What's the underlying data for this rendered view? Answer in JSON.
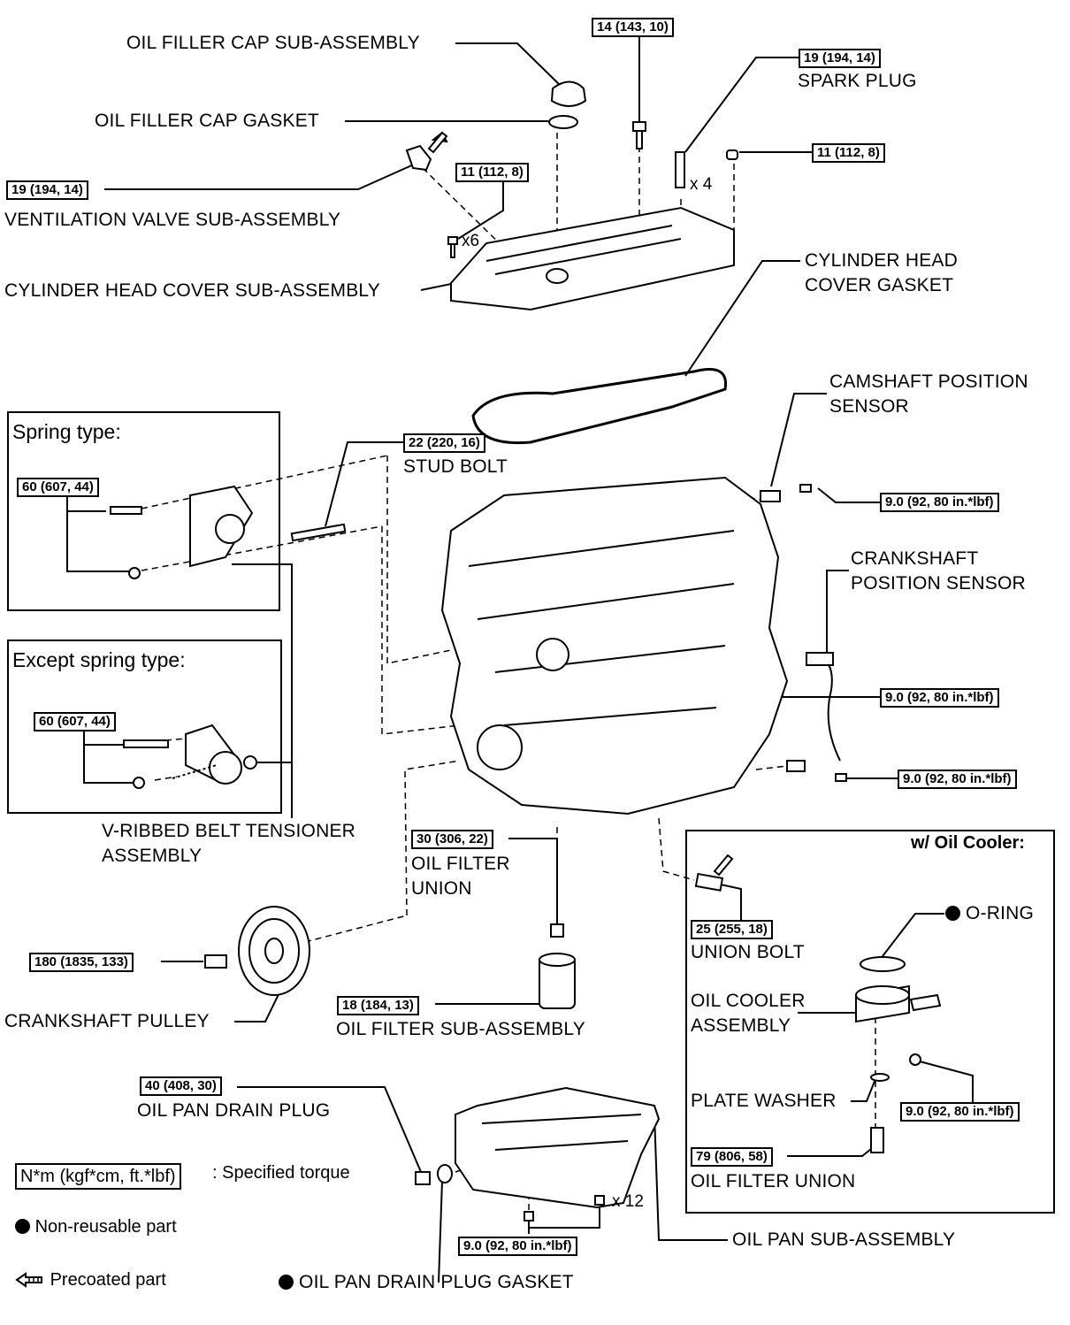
{
  "labels": {
    "oil_filler_cap": "OIL FILLER CAP SUB-ASSEMBLY",
    "oil_filler_cap_gasket": "OIL FILLER CAP GASKET",
    "ventilation_valve": "VENTILATION VALVE SUB-ASSEMBLY",
    "cylinder_head_cover": "CYLINDER HEAD COVER SUB-ASSEMBLY",
    "spark_plug": "SPARK PLUG",
    "cyl_head_cover_gasket_1": "CYLINDER HEAD",
    "cyl_head_cover_gasket_2": "COVER GASKET",
    "camshaft_sensor_1": "CAMSHAFT POSITION",
    "camshaft_sensor_2": "SENSOR",
    "stud_bolt": "STUD BOLT",
    "crankshaft_sensor_1": "CRANKSHAFT",
    "crankshaft_sensor_2": "POSITION SENSOR",
    "tensioner_1": "V-RIBBED BELT TENSIONER",
    "tensioner_2": "ASSEMBLY",
    "oil_filter_union_1": "OIL FILTER",
    "oil_filter_union_2": "UNION",
    "union_bolt": "UNION BOLT",
    "o_ring": "O-RING",
    "oil_cooler_1": "OIL COOLER",
    "oil_cooler_2": "ASSEMBLY",
    "crankshaft_pulley": "CRANKSHAFT PULLEY",
    "oil_filter_sub": "OIL FILTER SUB-ASSEMBLY",
    "plate_washer": "PLATE WASHER",
    "oil_filter_union_cooler": "OIL FILTER UNION",
    "oil_pan_drain_plug": "OIL PAN DRAIN PLUG",
    "oil_pan_sub": "OIL PAN SUB-ASSEMBLY",
    "oil_pan_drain_gasket": "OIL PAN DRAIN PLUG GASKET"
  },
  "torques": {
    "t_14": "14 (143, 10)",
    "t_spark": "19 (194, 14)",
    "t_11_right": "11 (112, 8)",
    "t_vent": "19 (194, 14)",
    "t_11_left": "11 (112, 8)",
    "t_stud": "22 (220, 16)",
    "t_60_spring": "60 (607, 44)",
    "t_60_except": "60 (607, 44)",
    "t_cam": "9.0 (92, 80 in.*lbf)",
    "t_crank_sensor": "9.0 (92, 80 in.*lbf)",
    "t_crank_sensor_2": "9.0 (92, 80 in.*lbf)",
    "t_filter_union": "30 (306, 22)",
    "t_union_bolt": "25 (255, 18)",
    "t_pulley": "180 (1835, 133)",
    "t_filter": "18 (184, 13)",
    "t_cooler_nut": "9.0 (92, 80 in.*lbf)",
    "t_cooler_union": "79 (806, 58)",
    "t_drain": "40 (408, 30)",
    "t_pan": "9.0 (92, 80 in.*lbf)"
  },
  "multipliers": {
    "spark": "x 4",
    "cover_bolts": "x6",
    "pan_bolts": "x 12"
  },
  "boxes": {
    "spring_type": "Spring type:",
    "except_spring_type": "Except spring type:",
    "oil_cooler": "w/ Oil Cooler:"
  },
  "legend": {
    "torque_unit": "N*m (kgf*cm, ft.*lbf)",
    "torque_desc": ": Specified torque",
    "non_reusable": "Non-reusable part",
    "precoated": "Precoated part"
  },
  "icons": [
    "non-reusable-dot-icon",
    "precoated-arrow-icon"
  ]
}
